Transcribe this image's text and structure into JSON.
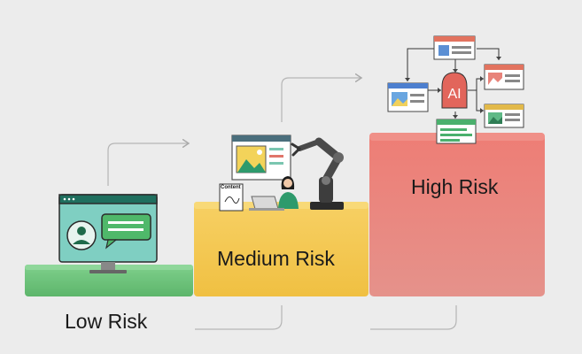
{
  "tiers": [
    {
      "label": "Low Risk",
      "color": "#6cc27b"
    },
    {
      "label": "Medium Risk",
      "color": "#f3c746"
    },
    {
      "label": "High Risk",
      "color": "#ea7b74"
    }
  ],
  "medium_illustration": {
    "content_card_label": "Content",
    "icons": [
      "easel-image-icon",
      "robot-arm-icon",
      "person-laptop-icon"
    ]
  },
  "high_illustration": {
    "ai_label": "AI",
    "icons": [
      "ai-node-icon",
      "app-window-icon"
    ]
  },
  "low_illustration": {
    "icons": [
      "monitor-icon",
      "user-avatar-icon",
      "chat-bubble-icon"
    ]
  }
}
